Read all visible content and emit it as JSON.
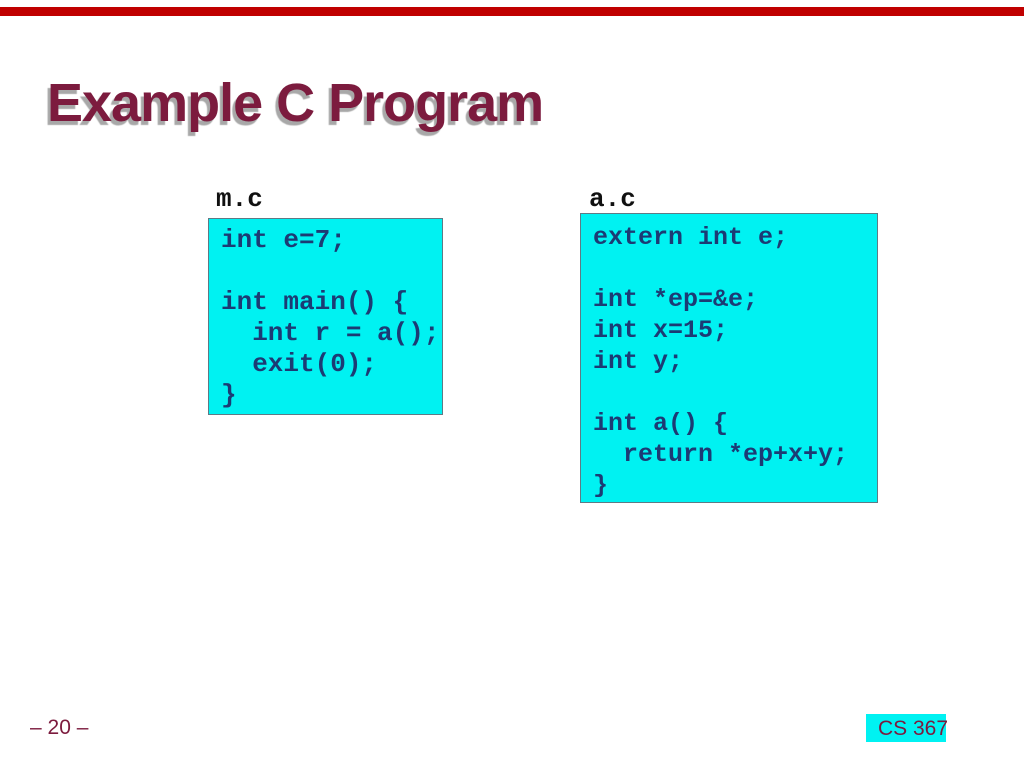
{
  "slide": {
    "title": "Example C Program",
    "page_number": "– 20 –",
    "course_label": "CS 367",
    "files": {
      "mc": {
        "label": "m.c",
        "code": "int e=7;\n\nint main() {\n  int r = a();\n  exit(0);\n}"
      },
      "ac": {
        "label": "a.c",
        "code": "extern int e;\n\nint *ep=&e;\nint x=15;\nint y;\n\nint a() {\n  return *ep+x+y;\n}"
      }
    },
    "colors": {
      "accent_bar_red": "#C00000",
      "code_box_cyan": "#00F2F2",
      "code_text_navy": "#1C3B74",
      "title_maroon": "#7C1B3E",
      "title_shadow_gray": "#A8A8A8"
    }
  }
}
